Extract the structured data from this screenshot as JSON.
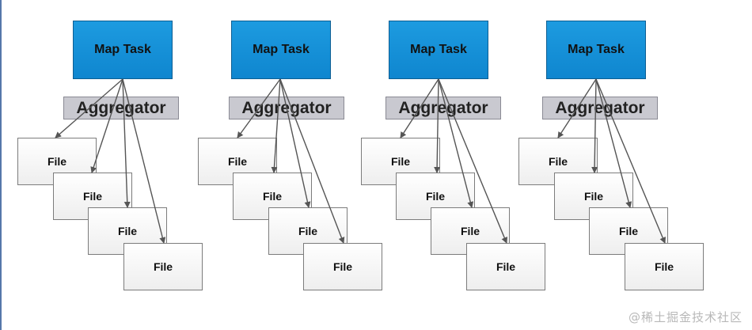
{
  "diagram": {
    "groups": [
      {
        "map_task": "Map Task",
        "aggregator": "Aggregator",
        "files": [
          "File",
          "File",
          "File",
          "File"
        ]
      },
      {
        "map_task": "Map Task",
        "aggregator": "Aggregator",
        "files": [
          "File",
          "File",
          "File",
          "File"
        ]
      },
      {
        "map_task": "Map Task",
        "aggregator": "Aggregator",
        "files": [
          "File",
          "File",
          "File",
          "File"
        ]
      },
      {
        "map_task": "Map Task",
        "aggregator": "Aggregator",
        "files": [
          "File",
          "File",
          "File",
          "File"
        ]
      }
    ]
  },
  "watermark": "@稀土掘金技术社区",
  "colors": {
    "map_task_fill": "#1592d8",
    "aggregator_fill": "#c9c9d0",
    "file_fill": "#f4f4f4",
    "arrow": "#555555"
  }
}
